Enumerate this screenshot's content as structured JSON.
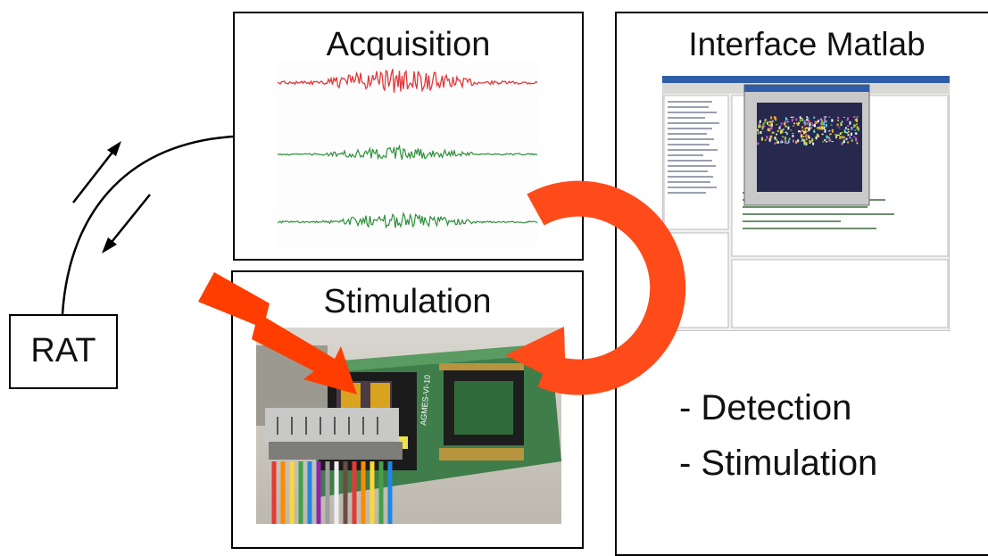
{
  "acquisition": {
    "title": "Acquisition"
  },
  "interface": {
    "title": "Interface Matlab"
  },
  "stimulation": {
    "title": "Stimulation",
    "board_label": "AGMES-VI-10"
  },
  "rat": {
    "label": "RAT"
  },
  "functions": [
    "- Detection",
    "- Stimulation"
  ],
  "colors": {
    "loop_arrow": "#ff4a1a",
    "lightning": "#ff3d00",
    "trace_red": "#e0383b",
    "trace_green": "#2f8f3a"
  },
  "icons": [
    "lightning-bolt-icon",
    "circular-arrow-icon"
  ]
}
